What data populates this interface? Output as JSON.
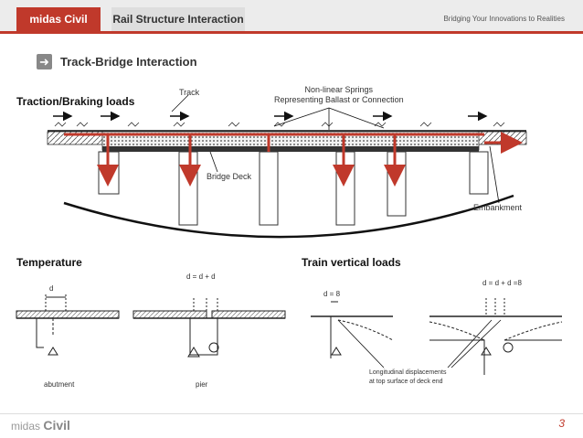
{
  "header": {
    "brand": "midas Civil",
    "title": "Rail Structure Interaction",
    "tagline": "Bridging Your Innovations to Realities"
  },
  "section": {
    "title": "Track-Bridge Interaction",
    "icon": "arrow-right-icon"
  },
  "traction": {
    "label": "Traction/Braking loads",
    "annotations": {
      "track": "Track",
      "springs": "Non-linear Springs\nRepresenting Ballast or Connection",
      "deck": "Bridge Deck",
      "embankment": "Embankment"
    }
  },
  "temperature": {
    "label": "Temperature",
    "d_left": "d",
    "d_sum": "d   =   d  + d",
    "abutment": "abutment",
    "pier": "pier"
  },
  "train_vertical": {
    "label": "Train vertical loads",
    "d_eq": "d   =  8",
    "d_eq_right": "d   =   d  + d  =8",
    "note_line1": "Longitudinal displacements",
    "note_line2": "at top surface of deck end"
  },
  "footer": {
    "brand_prefix": "midas",
    "brand_suffix": "Civil",
    "page": "3"
  },
  "colors": {
    "accent": "#c0392b",
    "arrow": "#c0392b"
  }
}
